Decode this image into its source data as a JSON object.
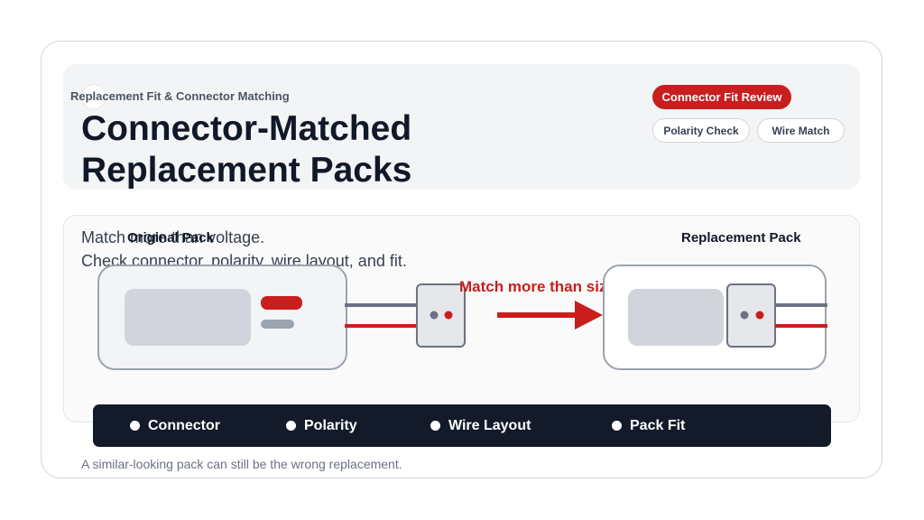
{
  "header": {
    "eyebrow": "Replacement Fit & Connector Matching",
    "title_line_1": "Connector-Matched",
    "title_line_2": "Replacement Packs",
    "pills": {
      "active": "Connector Fit Review",
      "polarity": "Polarity Check",
      "wire": "Wire Match"
    }
  },
  "diagram": {
    "intro_line_1": "Match more than voltage.",
    "intro_line_2": "Check connector, polarity, wire layout, and fit.",
    "original_label": "Original Pack",
    "replacement_label": "Replacement Pack",
    "arrow_label": "Match more than size"
  },
  "legend": {
    "items": [
      "Connector",
      "Polarity",
      "Wire Layout",
      "Pack Fit"
    ]
  },
  "footnote": "A similar-looking pack can still be the wrong replacement.",
  "colors": {
    "accent_red": "#c81e1e",
    "navy": "#131a2a",
    "wire_gray": "#6b7280"
  },
  "icons": [
    "battery-pack-icon",
    "connector-plug-icon",
    "arrow-right-icon"
  ]
}
